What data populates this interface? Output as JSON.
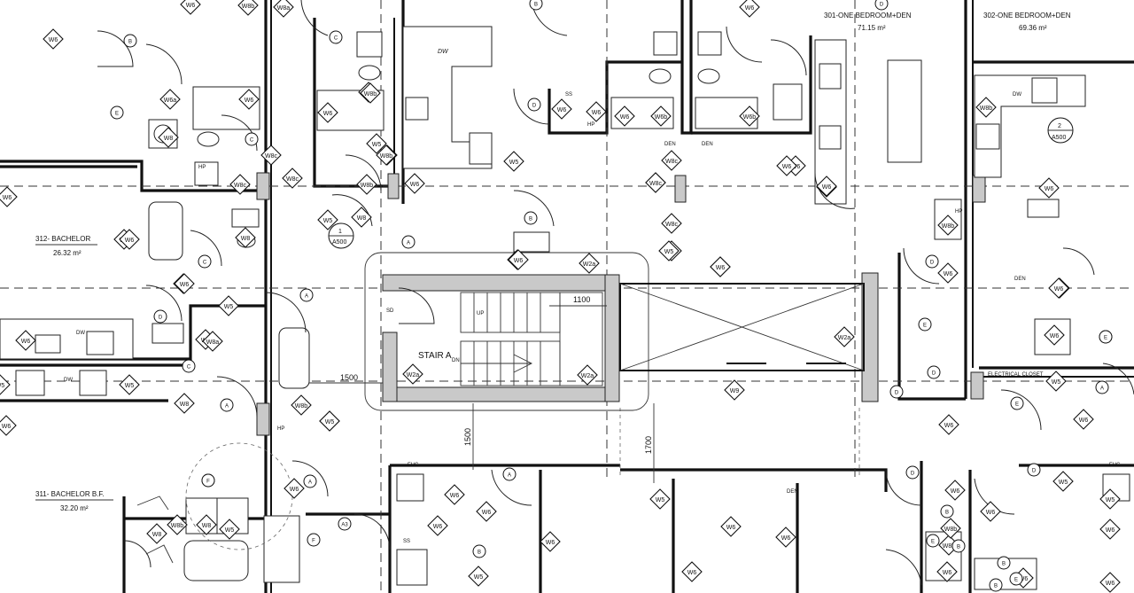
{
  "units": [
    {
      "id": "unit-301",
      "name": "301-ONE BEDROOM+DEN",
      "area": "71.15 m²"
    },
    {
      "id": "unit-302",
      "name": "302-ONE BEDROOM+DEN",
      "area": "69.36 m²"
    },
    {
      "id": "unit-312",
      "name": "312- BACHELOR",
      "area": "26.32 m²"
    },
    {
      "id": "unit-311",
      "name": "311- BACHELOR B.F.",
      "area": "32.20 m²"
    }
  ],
  "stair_label": "STAIR A",
  "dimensions": [
    "1100",
    "1500",
    "1500",
    "1700"
  ],
  "section_refs": [
    {
      "num": "1",
      "sheet": "A500"
    },
    {
      "num": "2",
      "sheet": "A500"
    }
  ],
  "room_labels": [
    "DEN",
    "DEN",
    "DEN",
    "DEN",
    "ELECTRICAL CLOSET",
    "DW",
    "DW",
    "DW",
    "DW",
    "HP",
    "HP",
    "HP",
    "HP",
    "FHC",
    "FHC",
    "SD",
    "UP",
    "DN",
    "SS",
    "SS"
  ],
  "wall_tags": [
    "W6",
    "W6",
    "W6a",
    "W6",
    "W8b",
    "W6",
    "W8",
    "W6a",
    "W8",
    "W8c",
    "W5",
    "W8b",
    "W8c",
    "W8",
    "W5",
    "W8a",
    "W6",
    "W8c",
    "W8",
    "W5",
    "W6",
    "W8c",
    "W6",
    "W6",
    "W6",
    "W6",
    "W8b",
    "W8b",
    "W5",
    "W6",
    "W6",
    "W6",
    "W6b",
    "W6b",
    "W6",
    "W6",
    "W8c",
    "W6",
    "W8c",
    "W8c",
    "W5",
    "W9",
    "W6a",
    "W6",
    "W6",
    "W2a",
    "W2a",
    "W2a",
    "W2a",
    "W9",
    "W6",
    "W5",
    "W8b",
    "W6",
    "W8b",
    "W8c",
    "W8a",
    "W5",
    "W6",
    "W8",
    "W5",
    "W6",
    "W5",
    "W6",
    "W8b",
    "W8b",
    "W5",
    "W5",
    "W8",
    "W8",
    "W6",
    "W6",
    "W5",
    "W6",
    "W5",
    "W6",
    "W6",
    "W6",
    "W6",
    "W6",
    "W5",
    "W5",
    "W6",
    "W6",
    "W8b",
    "W6",
    "W6",
    "W6",
    "W6",
    "W5",
    "W6",
    "W6",
    "W6",
    "W8b",
    "W6",
    "W6",
    "W6"
  ],
  "door_tags": [
    "B",
    "C",
    "B",
    "E",
    "C",
    "C",
    "A",
    "A",
    "D",
    "E",
    "C",
    "A",
    "C",
    "A",
    "B",
    "D",
    "D",
    "A",
    "E",
    "E",
    "B",
    "D",
    "E",
    "D",
    "D",
    "D",
    "F",
    "F",
    "A",
    "A3",
    "B",
    "B",
    "B",
    "D",
    "B",
    "E",
    "E"
  ]
}
